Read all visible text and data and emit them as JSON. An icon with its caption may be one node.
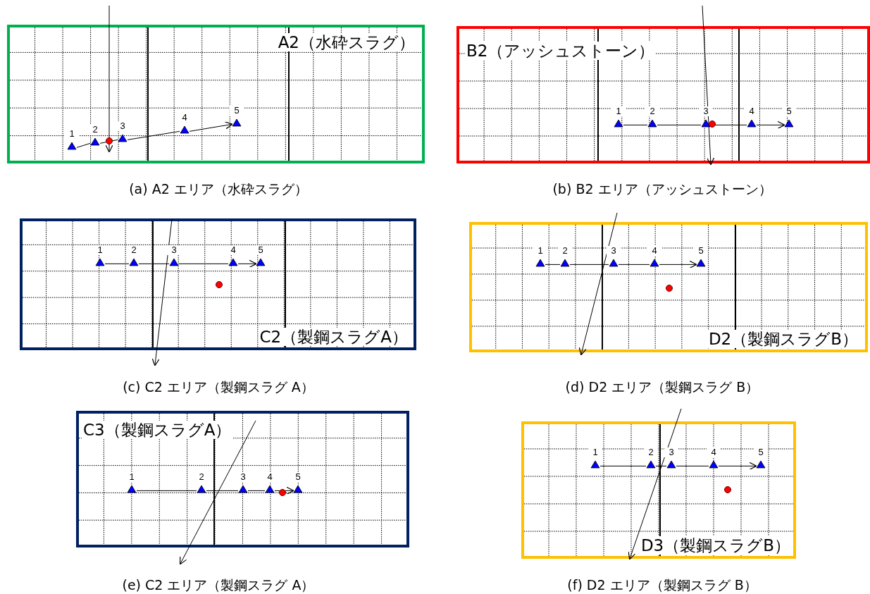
{
  "diagram": {
    "nodes": [
      {
        "text": [
          "A2（水砕スラグ）"
        ],
        "beside": [
          "(a) A2 エリア（水砕スラグ）"
        ]
      },
      {
        "text": [
          "1"
        ],
        "in": 0
      },
      {
        "text": [
          "2"
        ],
        "in": 0
      },
      {
        "text": [
          "3"
        ],
        "in": 0
      },
      {
        "text": [
          "4"
        ],
        "in": 0
      },
      {
        "text": [
          "5"
        ],
        "in": 0
      },
      {
        "text": [],
        "shape": "circle",
        "in": 0
      },
      {
        "text": [
          "B2（アッシュストーン）"
        ],
        "beside": [
          "(b) B2 エリア（アッシュストーン）"
        ]
      },
      {
        "text": [
          "1"
        ],
        "in": 7
      },
      {
        "text": [
          "2"
        ],
        "in": 7
      },
      {
        "text": [
          "3"
        ],
        "in": 7
      },
      {
        "text": [
          "4"
        ],
        "in": 7
      },
      {
        "text": [
          "5"
        ],
        "in": 7
      },
      {
        "text": [],
        "shape": "circle",
        "in": 7
      },
      {
        "text": [
          "C2（製鋼スラグA）"
        ],
        "beside": [
          "(c) C2 エリア（製鋼スラグ A）"
        ]
      },
      {
        "text": [
          "1"
        ],
        "in": 14
      },
      {
        "text": [
          "2"
        ],
        "in": 14
      },
      {
        "text": [
          "3"
        ],
        "in": 14
      },
      {
        "text": [
          "4"
        ],
        "in": 14
      },
      {
        "text": [
          "5"
        ],
        "in": 14
      },
      {
        "text": [],
        "shape": "circle",
        "in": 14
      },
      {
        "text": [
          "D2（製鋼スラグB）"
        ],
        "beside": [
          "(d) D2 エリア（製鋼スラグ B）"
        ]
      },
      {
        "text": [
          "1"
        ],
        "in": 21
      },
      {
        "text": [
          "2"
        ],
        "in": 21
      },
      {
        "text": [
          "3"
        ],
        "in": 21
      },
      {
        "text": [
          "4"
        ],
        "in": 21
      },
      {
        "text": [
          "5"
        ],
        "in": 21
      },
      {
        "text": [],
        "shape": "circle",
        "in": 21
      },
      {
        "text": [
          "C3（製鋼スラグA）"
        ],
        "beside": [
          "(e) C2 エリア（製鋼スラグ A）"
        ]
      },
      {
        "text": [
          "1"
        ],
        "in": 28
      },
      {
        "text": [
          "2"
        ],
        "in": 28
      },
      {
        "text": [
          "3"
        ],
        "in": 28
      },
      {
        "text": [
          "4"
        ],
        "in": 28
      },
      {
        "text": [
          "5"
        ],
        "in": 28
      },
      {
        "text": [],
        "shape": "circle",
        "in": 28
      },
      {
        "text": [
          "D3（製鋼スラグB）"
        ],
        "beside": [
          "(f) D2 エリア（製鋼スラグ B）"
        ]
      },
      {
        "text": [
          "1"
        ],
        "in": 35
      },
      {
        "text": [
          "2"
        ],
        "in": 35
      },
      {
        "text": [
          "3"
        ],
        "in": 35
      },
      {
        "text": [
          "4"
        ],
        "in": 35
      },
      {
        "text": [
          "5"
        ],
        "in": 35
      },
      {
        "text": [],
        "shape": "circle",
        "in": 35
      }
    ],
    "edges": [
      {
        "from": 1,
        "to": 2,
        "arrow": "none"
      },
      {
        "from": 2,
        "to": 3,
        "arrow": "none"
      },
      {
        "from": 3,
        "to": 4,
        "arrow": "none"
      },
      {
        "from": 4,
        "to": 5,
        "arrow": "to"
      },
      {
        "from": 8,
        "to": 9,
        "arrow": "none"
      },
      {
        "from": 9,
        "to": 10,
        "arrow": "none"
      },
      {
        "from": 10,
        "to": 11,
        "arrow": "none"
      },
      {
        "from": 11,
        "to": 12,
        "arrow": "to"
      },
      {
        "from": 15,
        "to": 16,
        "arrow": "none"
      },
      {
        "from": 16,
        "to": 17,
        "arrow": "none"
      },
      {
        "from": 17,
        "to": 18,
        "arrow": "none"
      },
      {
        "from": 18,
        "to": 19,
        "arrow": "to"
      },
      {
        "from": 22,
        "to": 23,
        "arrow": "none"
      },
      {
        "from": 23,
        "to": 24,
        "arrow": "none"
      },
      {
        "from": 24,
        "to": 25,
        "arrow": "none"
      },
      {
        "from": 25,
        "to": 26,
        "arrow": "to"
      },
      {
        "from": 29,
        "to": 30,
        "arrow": "none"
      },
      {
        "from": 30,
        "to": 31,
        "arrow": "none"
      },
      {
        "from": 31,
        "to": 32,
        "arrow": "none"
      },
      {
        "from": 32,
        "to": 33,
        "arrow": "to"
      },
      {
        "from": 36,
        "to": 37,
        "arrow": "none"
      },
      {
        "from": 37,
        "to": 38,
        "arrow": "none"
      },
      {
        "from": 38,
        "to": 39,
        "arrow": "none"
      },
      {
        "from": 39,
        "to": 40,
        "arrow": "to"
      }
    ]
  }
}
